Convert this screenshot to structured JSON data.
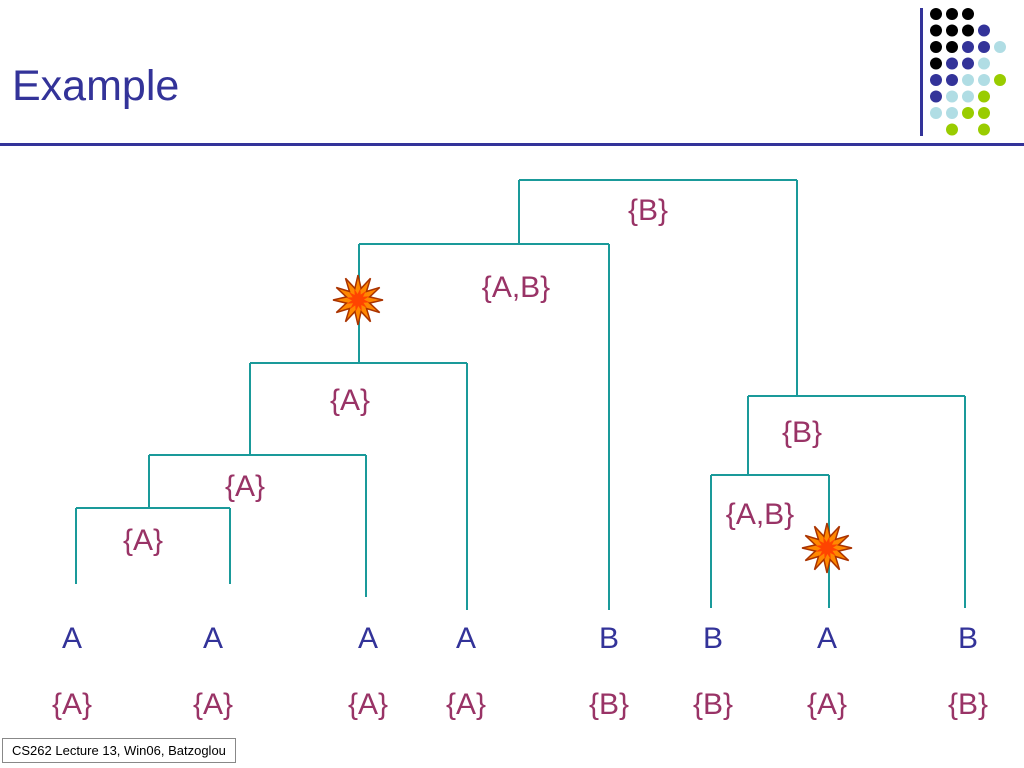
{
  "slide": {
    "title": "Example"
  },
  "footer": {
    "text": "CS262 Lecture 13, Win06, Batzoglou"
  },
  "colors": {
    "title": "#333399",
    "branch": "#1a9a9a",
    "leaf_label": "#333399",
    "set_label": "#993366",
    "dot_black": "#000000",
    "dot_navy": "#333399",
    "dot_lightblue": "#b0dde4",
    "dot_lime": "#99cc00",
    "burst_outer": "#ff8800",
    "burst_inner": "#ff4400"
  },
  "decoration_dots": [
    [
      "black",
      "black",
      "black",
      null,
      null
    ],
    [
      "black",
      "black",
      "black",
      "navy",
      null
    ],
    [
      "black",
      "black",
      "navy",
      "navy",
      "lightblue"
    ],
    [
      "black",
      "navy",
      "navy",
      "lightblue",
      null
    ],
    [
      "navy",
      "navy",
      "lightblue",
      "lightblue",
      "lime"
    ],
    [
      "navy",
      "lightblue",
      "lightblue",
      "lime",
      null
    ],
    [
      "lightblue",
      "lightblue",
      "lime",
      "lime",
      null
    ],
    [
      null,
      "lime",
      null,
      "lime",
      null
    ]
  ],
  "tree": {
    "leaves": [
      {
        "label": "A",
        "set": "{A}"
      },
      {
        "label": "A",
        "set": "{A}"
      },
      {
        "label": "A",
        "set": "{A}"
      },
      {
        "label": "A",
        "set": "{A}"
      },
      {
        "label": "B",
        "set": "{B}"
      },
      {
        "label": "B",
        "set": "{B}"
      },
      {
        "label": "A",
        "set": "{A}"
      },
      {
        "label": "B",
        "set": "{B}"
      }
    ],
    "internal_nodes": [
      {
        "id": "n1",
        "set": "{A}",
        "children": [
          "leaf0",
          "leaf1"
        ]
      },
      {
        "id": "n2",
        "set": "{A}",
        "children": [
          "n1",
          "leaf2"
        ]
      },
      {
        "id": "n3",
        "set": "{A}",
        "children": [
          "n2",
          "leaf3"
        ]
      },
      {
        "id": "n4",
        "set": "{A,B}",
        "children": [
          "n3",
          "leaf4"
        ]
      },
      {
        "id": "n5",
        "set": "{A,B}",
        "children": [
          "leaf5",
          "leaf6"
        ]
      },
      {
        "id": "n6",
        "set": "{B}",
        "children": [
          "n5",
          "leaf7"
        ]
      },
      {
        "id": "root",
        "set": "{B}",
        "children": [
          "n4",
          "n6"
        ]
      }
    ],
    "mutation_markers": [
      "edge n3-n4",
      "edge leaf6-n5"
    ]
  }
}
